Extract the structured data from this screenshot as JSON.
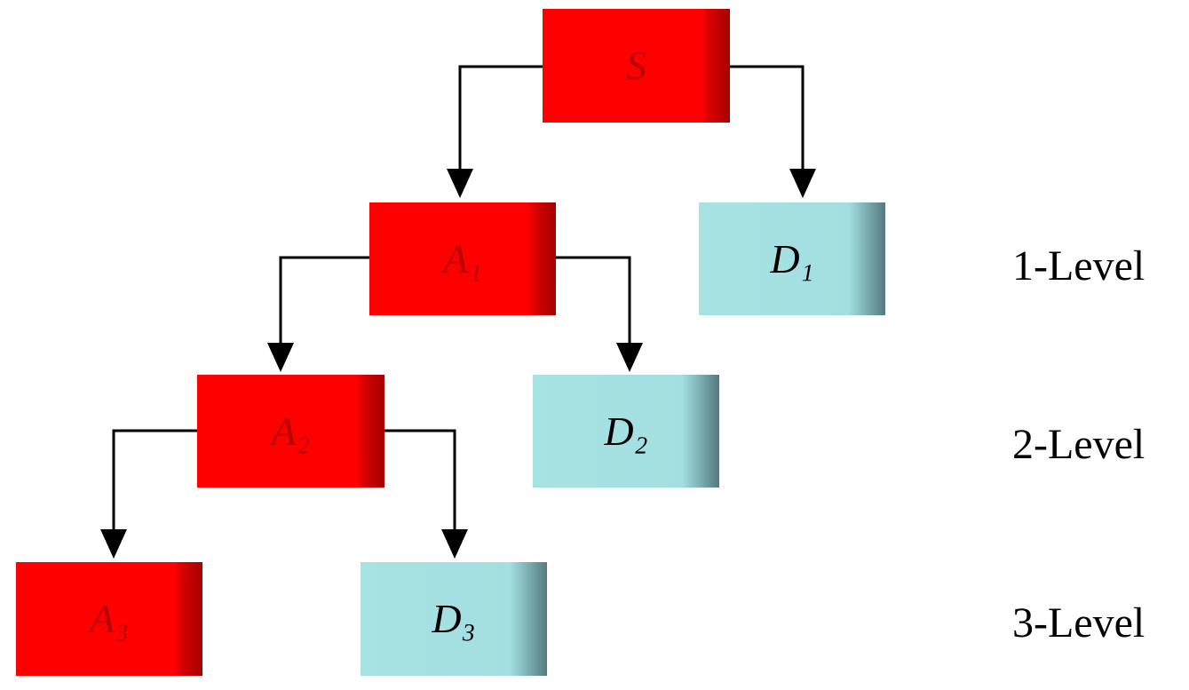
{
  "nodes": {
    "s": {
      "label": "S"
    },
    "a1": {
      "label": "A₁"
    },
    "a2": {
      "label": "A₂"
    },
    "a3": {
      "label": "A₃"
    },
    "d1": {
      "label": "D₁"
    },
    "d2": {
      "label": "D₂"
    },
    "d3": {
      "label": "D₃"
    }
  },
  "levels": [
    "1-Level",
    "2-Level",
    "3-Level"
  ],
  "colors": {
    "approximation": "#ff0000",
    "detail": "#a7e3e3",
    "arrow": "#000000"
  }
}
